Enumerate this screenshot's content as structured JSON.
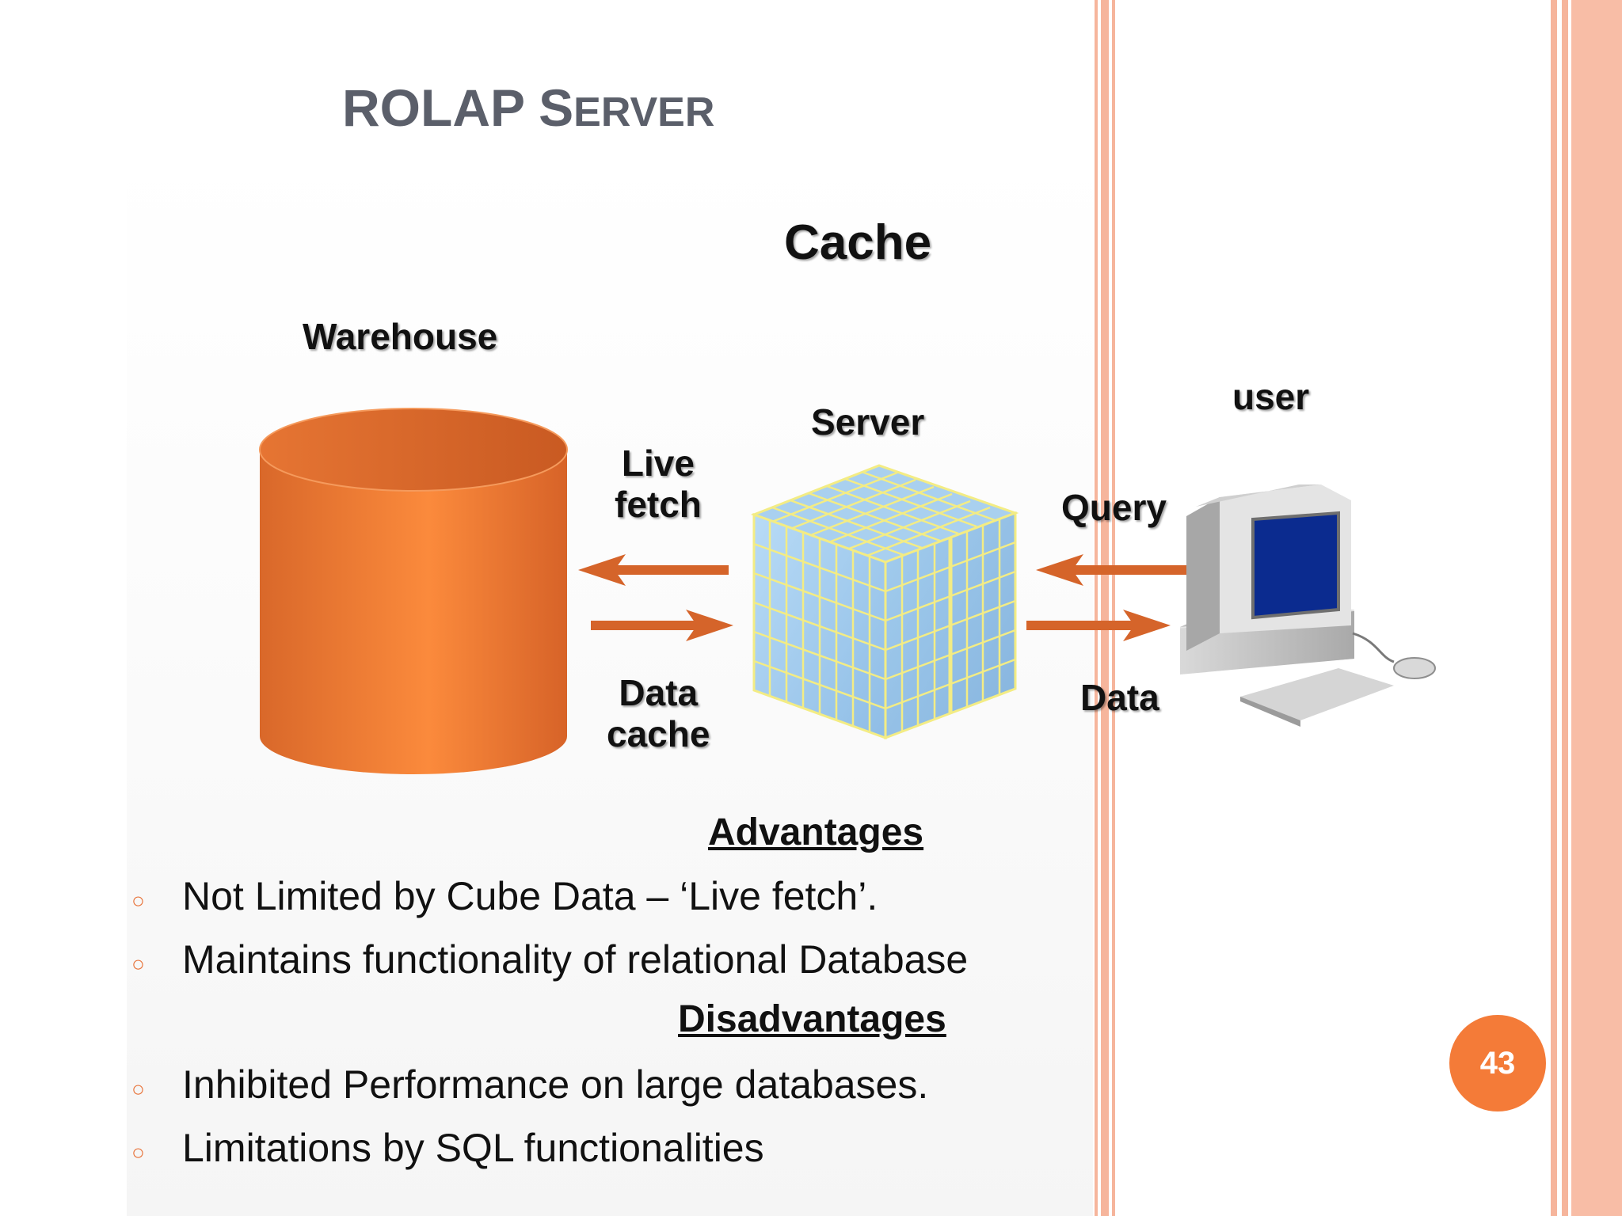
{
  "slide": {
    "title_first_cap": "ROLAP S",
    "title_rest_small": "ERVER",
    "page_number": "43"
  },
  "diagram": {
    "cache_label": "Cache",
    "warehouse_label": "Warehouse",
    "server_label": "Server",
    "user_label": "user",
    "live_fetch_label": [
      "Live",
      "fetch"
    ],
    "data_cache_label": [
      "Data",
      "cache"
    ],
    "query_label": "Query",
    "data_label": "Data"
  },
  "advantages": {
    "heading": "Advantages",
    "items": [
      "Not Limited by Cube Data – ‘Live fetch’.",
      "Maintains functionality of relational Database"
    ]
  },
  "disadvantages": {
    "heading": "Disadvantages",
    "items": [
      "Inhibited Performance on large databases.",
      "Limitations by SQL  functionalities"
    ]
  },
  "colors": {
    "accent_orange": "#f47b38",
    "stripe_salmon": "#f6b59c",
    "title_gray": "#5b5f6a",
    "cube_blue": "#a9d0ef",
    "cube_grid": "#f3ec84",
    "arrow": "#d5642a",
    "screen_blue": "#0b2b8f"
  },
  "icons": {
    "bullet": "circle-bullet-icon"
  }
}
